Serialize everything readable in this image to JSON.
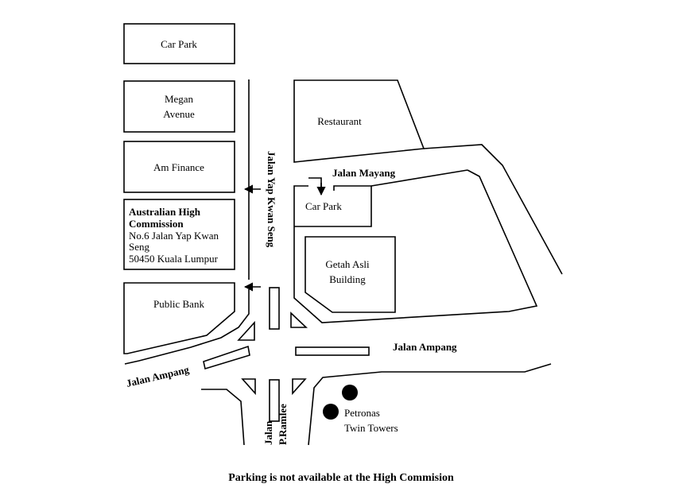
{
  "buildings": {
    "car_park_top": "Car Park",
    "megan_avenue": [
      "Megan",
      "Avenue"
    ],
    "am_finance": "Am Finance",
    "public_bank": "Public Bank",
    "restaurant": "Restaurant",
    "car_park_mid": "Car Park",
    "getah_asli": [
      "Getah Asli",
      "Building"
    ],
    "petronas": [
      "Petronas",
      "Twin Towers"
    ]
  },
  "commission": {
    "name_line1": "Australian High",
    "name_line2": "Commission",
    "address_line1": "No.6 Jalan Yap Kwan",
    "address_line2": "Seng",
    "address_line3": "50450 Kuala Lumpur"
  },
  "roads": {
    "jalan_yap_kwan_seng": "Jalan Yap Kwan Seng",
    "jalan_mayang": "Jalan Mayang",
    "jalan_ampang_right": "Jalan Ampang",
    "jalan_ampang_left": "Jalan Ampang",
    "jalan_p_ramlee_1": "Jalan",
    "jalan_p_ramlee_2": "P.Ramlee"
  },
  "footer_note": "Parking is not available at the High Commision"
}
